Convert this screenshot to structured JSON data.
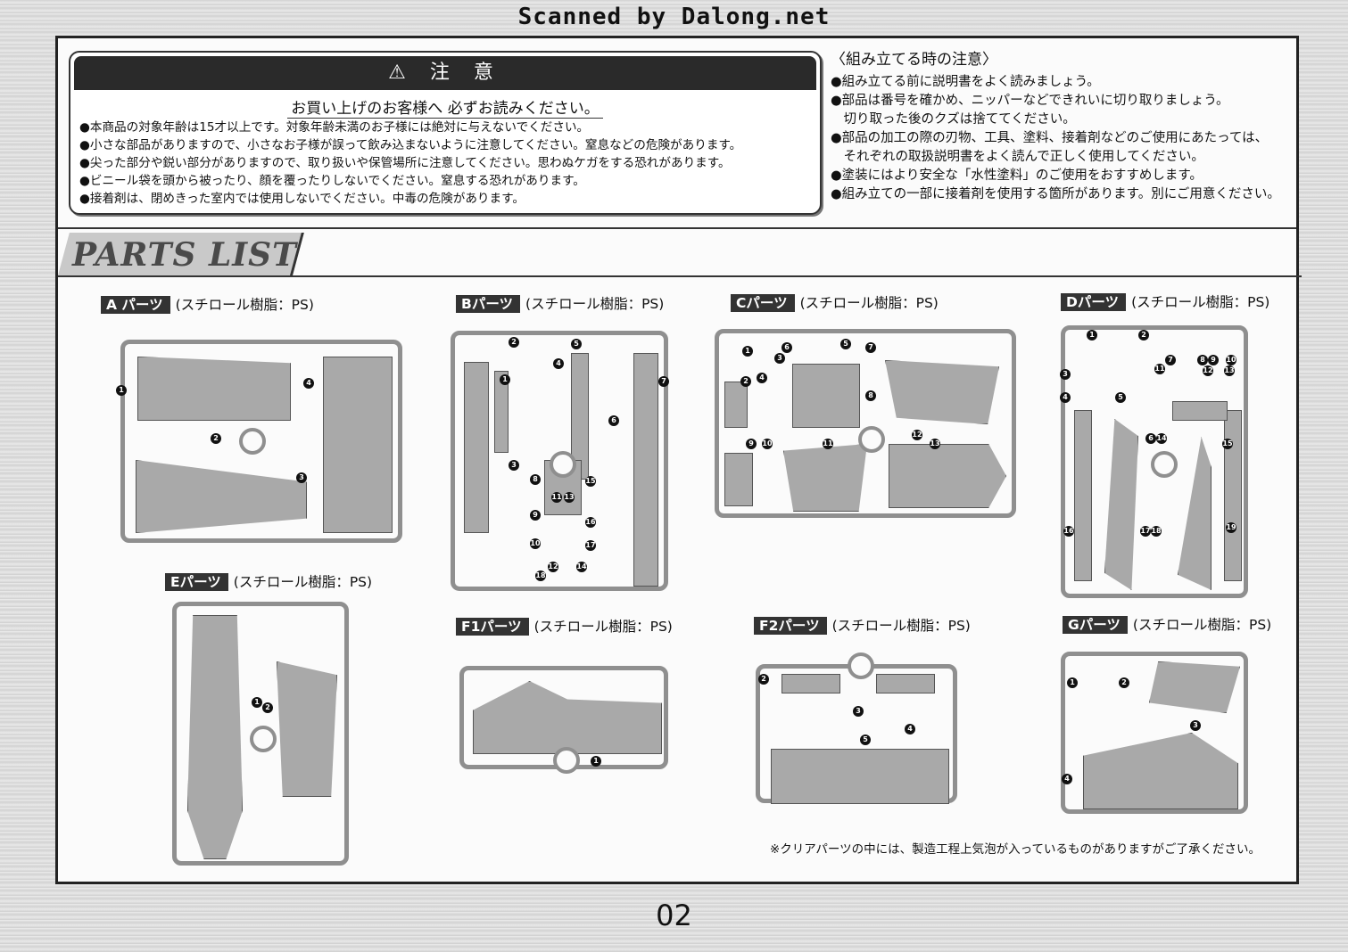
{
  "scan_credit": "Scanned by Dalong.net",
  "caution": {
    "title": "⚠ 注 意",
    "subtitle": "お買い上げのお客様へ 必ずお読みください。",
    "items": [
      "●本商品の対象年齢は15才以上です。対象年齢未満のお子様には絶対に与えないでください。",
      "●小さな部品がありますので、小さなお子様が誤って飲み込まないように注意してください。窒息などの危険があります。",
      "●尖った部分や鋭い部分がありますので、取り扱いや保管場所に注意してください。思わぬケガをする恐れがあります。",
      "●ビニール袋を頭から被ったり、顔を覆ったりしないでください。窒息する恐れがあります。",
      "●接着剤は、閉めきった室内では使用しないでください。中毒の危険があります。"
    ]
  },
  "assembly": {
    "title": "〈組み立てる時の注意〉",
    "items": [
      "●組み立てる前に説明書をよく読みましょう。",
      "●部品は番号を確かめ、ニッパーなどできれいに切り取りましょう。",
      "　切り取った後のクズは捨ててください。",
      "●部品の加工の際の刃物、工具、塗料、接着剤などのご使用にあたっては、",
      "　それぞれの取扱説明書をよく読んで正しく使用してください。",
      "●塗装にはより安全な「水性塗料」のご使用をおすすめします。",
      "●組み立ての一部に接着剤を使用する箇所があります。別にご用意ください。"
    ]
  },
  "parts_list": {
    "title": "PARTS LIST",
    "material": "(スチロール樹脂：PS)",
    "sprues": [
      {
        "tag": "A パーツ",
        "numbers": [
          "1",
          "2",
          "3",
          "4"
        ]
      },
      {
        "tag": "Bパーツ",
        "numbers": [
          "1",
          "2",
          "3",
          "4",
          "5",
          "6",
          "7",
          "8",
          "9",
          "10",
          "11",
          "12",
          "13",
          "14",
          "15",
          "16",
          "17",
          "18"
        ]
      },
      {
        "tag": "Cパーツ",
        "numbers": [
          "1",
          "2",
          "3",
          "4",
          "5",
          "6",
          "7",
          "8",
          "9",
          "10",
          "11",
          "12",
          "13"
        ]
      },
      {
        "tag": "Dパーツ",
        "numbers": [
          "1",
          "2",
          "3",
          "4",
          "5",
          "6",
          "7",
          "8",
          "9",
          "10",
          "11",
          "12",
          "13",
          "14",
          "15",
          "16",
          "17",
          "18",
          "19"
        ]
      },
      {
        "tag": "Eパーツ",
        "numbers": [
          "1",
          "2"
        ]
      },
      {
        "tag": "F1パーツ",
        "numbers": [
          "1"
        ]
      },
      {
        "tag": "F2パーツ",
        "numbers": [
          "2",
          "3",
          "4",
          "5"
        ]
      },
      {
        "tag": "Gパーツ",
        "numbers": [
          "1",
          "2",
          "3",
          "4"
        ]
      }
    ],
    "footnote": "※クリアパーツの中には、製造工程上気泡が入っているものがありますがご了承ください。"
  },
  "page_number": "02"
}
